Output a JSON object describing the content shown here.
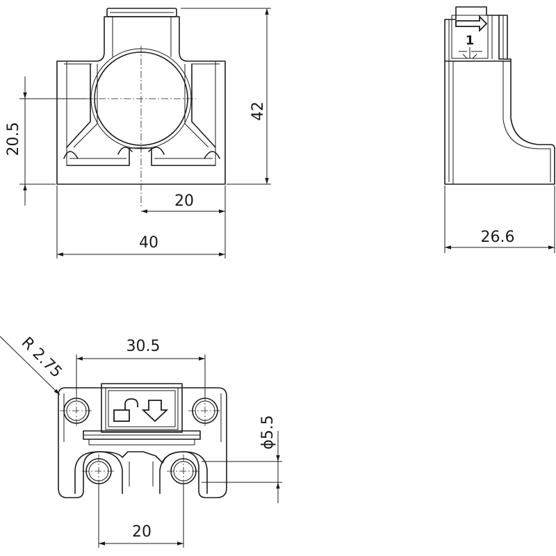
{
  "dimensions": {
    "front_height": "42",
    "front_axis_height": "20.5",
    "front_half_width": "20",
    "front_width": "40",
    "side_depth": "26.6",
    "bottom_hole_spacing": "30.5",
    "corner_radius": "R 2.75",
    "hole_diameter": "ϕ5.5",
    "bottom_lower_spacing": "20"
  },
  "symbols": {
    "side_label": "1",
    "bottom_unlock": "unlock-icon",
    "bottom_arrow": "arrow-down-icon",
    "side_arrow": "arrow-right-icon"
  },
  "colors": {
    "line": "#1a1a1a",
    "background": "#ffffff"
  }
}
